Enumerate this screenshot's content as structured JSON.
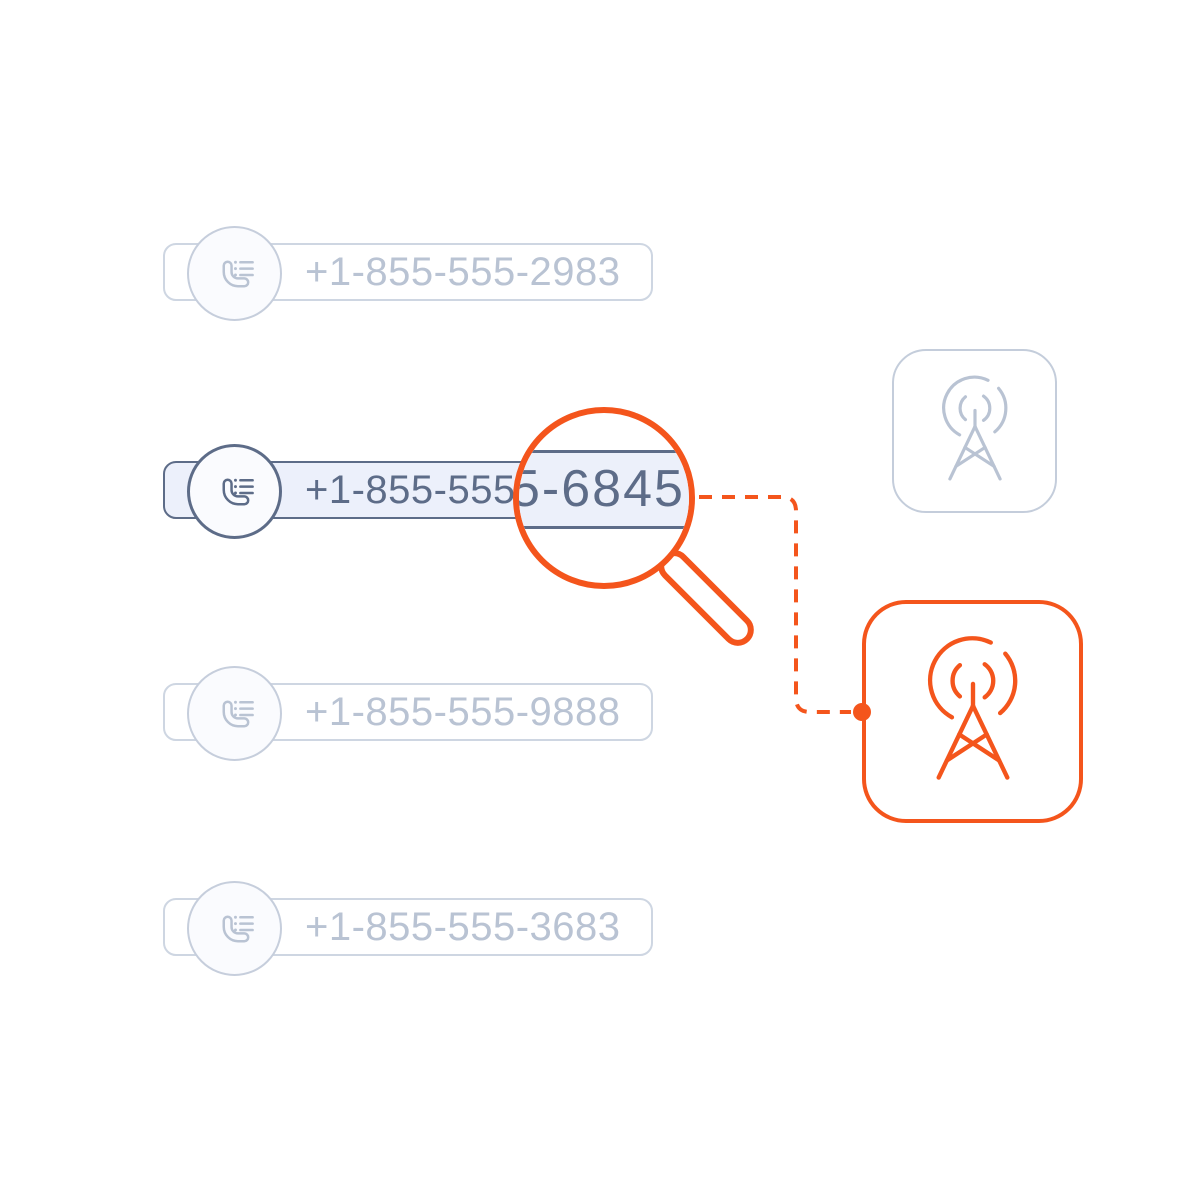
{
  "colors": {
    "accent_orange": "#F4551C",
    "slate": "#5D6C88",
    "muted_blue_gray": "#B9C3D3",
    "pill_border_muted": "#CED6E2",
    "active_pill_fill": "#ECF0FB",
    "circle_fill": "#FAFBFE",
    "square_border_muted": "#C4CDDB"
  },
  "pills": [
    {
      "value": "+1-855-555-2983",
      "state": "inactive",
      "icon": "phone-call-list-icon"
    },
    {
      "value": "+1-855-555-6845",
      "visible_prefix": "+1-855-555-",
      "state": "active",
      "icon": "phone-call-list-icon"
    },
    {
      "value": "+1-855-555-9888",
      "state": "inactive",
      "icon": "phone-call-list-icon"
    },
    {
      "value": "+1-855-555-3683",
      "state": "inactive",
      "icon": "phone-call-list-icon"
    }
  ],
  "magnifier": {
    "lens_text": "5-6845",
    "magnified_digits": "6845",
    "icon": "magnifying-glass-icon"
  },
  "cards": [
    {
      "name": "cell-tower-card-muted",
      "icon": "radio-tower-icon",
      "state": "inactive"
    },
    {
      "name": "cell-tower-card-highlighted",
      "icon": "radio-tower-icon",
      "state": "active"
    }
  ]
}
